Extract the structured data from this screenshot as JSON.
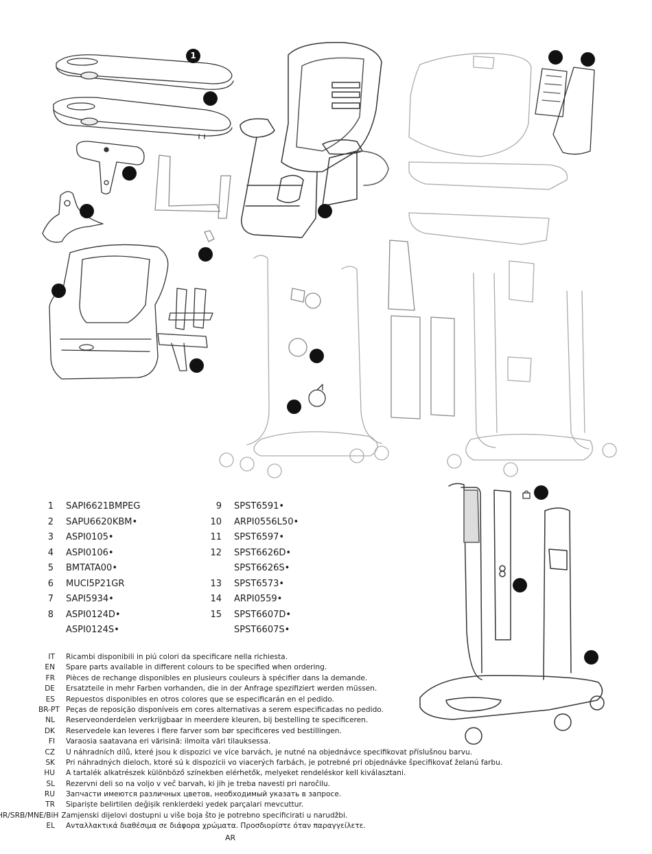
{
  "callouts": {
    "c1": "1"
  },
  "parts_left": [
    {
      "n": "1",
      "code": "SAPI6621BMPEG"
    },
    {
      "n": "2",
      "code": "SAPU6620KBM•"
    },
    {
      "n": "3",
      "code": "ASPI0105•"
    },
    {
      "n": "4",
      "code": "ASPI0106•"
    },
    {
      "n": "5",
      "code": "BMTATA00•"
    },
    {
      "n": "6",
      "code": "MUCI5P21GR"
    },
    {
      "n": "7",
      "code": "SAPI5934•"
    },
    {
      "n": "8",
      "code": "ASPI0124D•"
    },
    {
      "n": "",
      "code": "ASPI0124S•"
    }
  ],
  "parts_right": [
    {
      "n": "9",
      "code": "SPST6591•"
    },
    {
      "n": "10",
      "code": "ARPI0556L50•"
    },
    {
      "n": "11",
      "code": "SPST6597•"
    },
    {
      "n": "12",
      "code": "SPST6626D•"
    },
    {
      "n": "",
      "code": "SPST6626S•"
    },
    {
      "n": "13",
      "code": "SPST6573•"
    },
    {
      "n": "14",
      "code": "ARPI0559•"
    },
    {
      "n": "15",
      "code": "SPST6607D•"
    },
    {
      "n": "",
      "code": "SPST6607S•"
    }
  ],
  "notes": [
    {
      "code": "IT",
      "text": "Ricambi disponibili in piú colori da specificare nella richiesta."
    },
    {
      "code": "EN",
      "text": "Spare parts available in different colours to be specified when ordering."
    },
    {
      "code": "FR",
      "text": "Pièces de rechange disponibles en plusieurs couleurs à spécifier dans la demande."
    },
    {
      "code": "DE",
      "text": "Ersatzteile in mehr Farben vorhanden, die in der Anfrage spezifiziert werden müssen."
    },
    {
      "code": "ES",
      "text": "Repuestos disponibles en otros colores que se especificarán en el pedido."
    },
    {
      "code": "BR-PT",
      "text": "Peças de reposição disponíveis em cores alternativas a serem especificadas no pedido."
    },
    {
      "code": "NL",
      "text": "Reserveonderdelen verkrijgbaar in meerdere kleuren, bij bestelling te specificeren."
    },
    {
      "code": "DK",
      "text": "Reservedele kan leveres i flere farver som bør specificeres ved bestillingen."
    },
    {
      "code": "FI",
      "text": "Varaosia saatavana eri värisinä: ilmoita väri tilauksessa."
    },
    {
      "code": "CZ",
      "text": "U náhradních dílů, které jsou k dispozici ve více barvách, je nutné na objednávce specifikovat příslušnou barvu."
    },
    {
      "code": "SK",
      "text": "Pri náhradných dieloch, ktoré sú k dispozícii vo viacerých farbách, je potrebné pri objednávke špecifikovať želanú farbu."
    },
    {
      "code": "HU",
      "text": "A tartalék alkatrészek különböző színekben elérhetők, melyeket rendeléskor kell kiválasztani."
    },
    {
      "code": "SL",
      "text": "Rezervni deli so na voljo v več barvah, ki jih je treba navesti pri naročilu."
    },
    {
      "code": "RU",
      "text": "Запчасти имеются различных цветов, необходимый указать в запросе."
    },
    {
      "code": "TR",
      "text": "Sipariște belirtilen değișik renklerdeki yedek parçalari mevcuttur."
    },
    {
      "code": "HR/SRB/MNE/BiH",
      "text": "Zamjenski dijelovi dostupni u više boja što je potrebno specificirati u narudžbi."
    },
    {
      "code": "EL",
      "text": "Ανταλλακτικά διαθέσιμα σε διάφορα χρώματα. Προσδιορίστε όταν παραγγείλετε."
    }
  ],
  "footer_code": "AR"
}
